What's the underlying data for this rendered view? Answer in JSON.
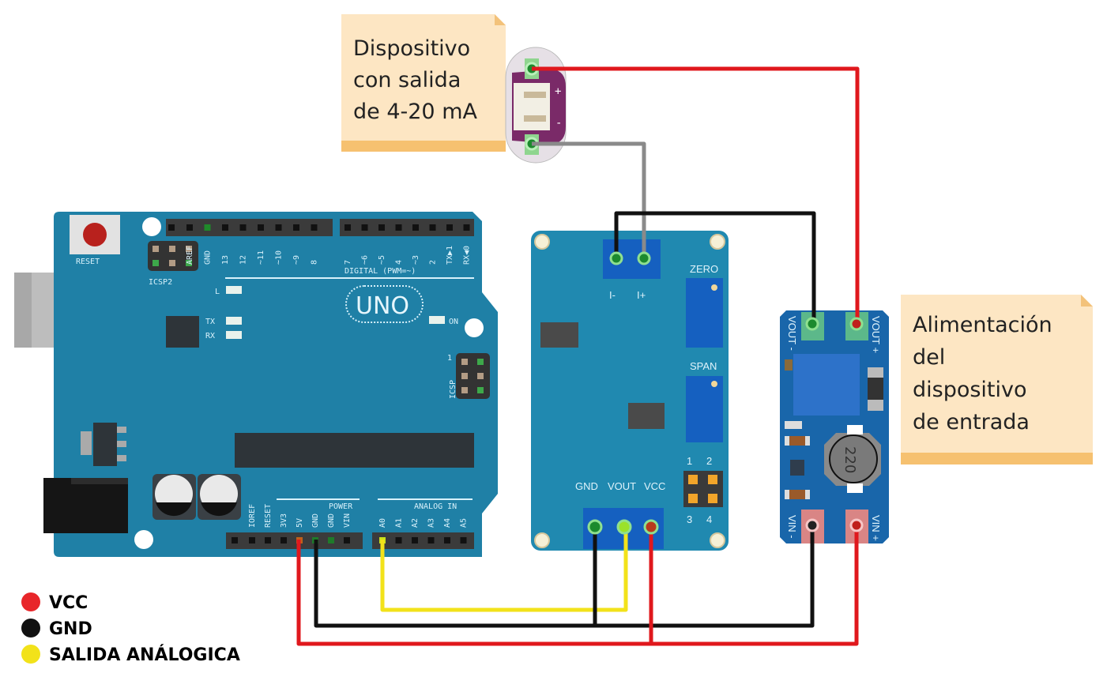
{
  "notes": {
    "device": [
      "Dispositivo",
      "con salida",
      "de 4-20 mA"
    ],
    "power": [
      "Alimentación",
      "del",
      "dispositivo",
      "de entrada"
    ]
  },
  "arduino": {
    "reset_label": "RESET",
    "icsp2_label": "ICSP2",
    "icsp_label": "ICSP",
    "icsp_pin1": "1",
    "logo": "UNO",
    "led_l": "L",
    "led_tx": "TX",
    "led_rx": "RX",
    "led_on": "ON",
    "digital_label": "DIGITAL (PWM=~)",
    "power_label": "POWER",
    "analog_label": "ANALOG IN",
    "top_pins_a": [
      "AREF",
      "GND",
      "13",
      "12",
      "~11",
      "~10",
      "~9",
      "8"
    ],
    "top_pins_b": [
      "7",
      "~6",
      "~5",
      "4",
      "~3",
      "2",
      "TX▶1",
      "RX◀0"
    ],
    "power_pins": [
      "IOREF",
      "RESET",
      "3V3",
      "5V",
      "GND",
      "GND",
      "VIN"
    ],
    "analog_pins": [
      "A0",
      "A1",
      "A2",
      "A3",
      "A4",
      "A5"
    ]
  },
  "converter": {
    "in_minus": "I-",
    "in_plus": "I+",
    "zero": "ZERO",
    "span": "SPAN",
    "gnd": "GND",
    "vout": "VOUT",
    "vcc": "VCC",
    "jumpers": [
      "1",
      "2",
      "3",
      "4"
    ]
  },
  "boost": {
    "vout_minus": "VOUT -",
    "vout_plus": "VOUT +",
    "vin_minus": "VIN -",
    "vin_plus": "VIN +",
    "inductor": "220"
  },
  "device": {
    "plus": "+",
    "minus": "-"
  },
  "legend": [
    {
      "label": "VCC",
      "color": "#e8262a"
    },
    {
      "label": "GND",
      "color": "#111111"
    },
    {
      "label": "SALIDA ANÁLOGICA",
      "color": "#f2e21a"
    }
  ],
  "colors": {
    "arduino_board": "#1f80a6",
    "converter_board": "#2089b0",
    "boost_board": "#1966aa",
    "note": "#fde6c3"
  }
}
